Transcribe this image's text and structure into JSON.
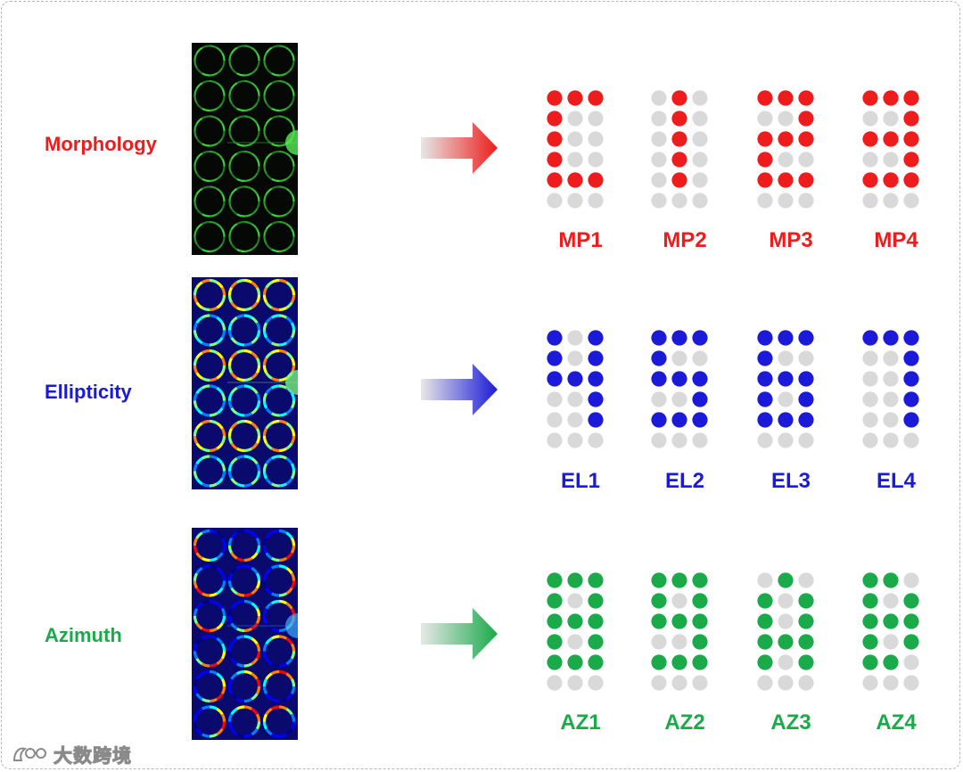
{
  "colors": {
    "inactive_dot": "#d9d9d9",
    "watermark_stroke": "#8a8a8a"
  },
  "rows": [
    {
      "label": "Morphology",
      "color": "#ee1c1c",
      "image_style": "green-fluorescence",
      "codes": [
        {
          "name": "MP1",
          "pattern": [
            "111",
            "100",
            "100",
            "100",
            "111",
            "000"
          ]
        },
        {
          "name": "MP2",
          "pattern": [
            "010",
            "010",
            "010",
            "010",
            "010",
            "000"
          ]
        },
        {
          "name": "MP3",
          "pattern": [
            "111",
            "001",
            "111",
            "100",
            "111",
            "000"
          ]
        },
        {
          "name": "MP4",
          "pattern": [
            "111",
            "001",
            "111",
            "001",
            "111",
            "000"
          ]
        }
      ]
    },
    {
      "label": "Ellipticity",
      "color": "#1a1ad8",
      "image_style": "jet-ellipticity",
      "codes": [
        {
          "name": "EL1",
          "pattern": [
            "101",
            "101",
            "111",
            "001",
            "001",
            "000"
          ]
        },
        {
          "name": "EL2",
          "pattern": [
            "111",
            "100",
            "111",
            "001",
            "111",
            "000"
          ]
        },
        {
          "name": "EL3",
          "pattern": [
            "111",
            "100",
            "111",
            "101",
            "111",
            "000"
          ]
        },
        {
          "name": "EL4",
          "pattern": [
            "111",
            "001",
            "001",
            "001",
            "001",
            "000"
          ]
        }
      ]
    },
    {
      "label": "Azimuth",
      "color": "#1aaa4a",
      "image_style": "jet-azimuth",
      "codes": [
        {
          "name": "AZ1",
          "pattern": [
            "111",
            "101",
            "111",
            "101",
            "111",
            "000"
          ]
        },
        {
          "name": "AZ2",
          "pattern": [
            "111",
            "101",
            "111",
            "001",
            "111",
            "000"
          ]
        },
        {
          "name": "AZ3",
          "pattern": [
            "010",
            "101",
            "101",
            "111",
            "101",
            "000"
          ]
        },
        {
          "name": "AZ4",
          "pattern": [
            "110",
            "101",
            "111",
            "101",
            "110",
            "000"
          ]
        }
      ]
    }
  ],
  "watermark": {
    "text": "大数跨境",
    "icon": "watermark-logo-icon"
  }
}
